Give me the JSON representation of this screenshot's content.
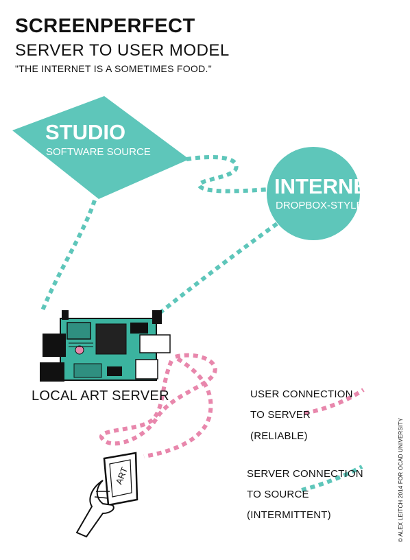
{
  "header": {
    "title": "SCREENPERFECT",
    "subtitle": "SERVER TO USER MODEL",
    "quote": "\"THE INTERNET IS A SOMETIMES FOOD.\""
  },
  "nodes": {
    "studio": {
      "title": "STUDIO",
      "subtitle": "SOFTWARE SOURCE"
    },
    "internet": {
      "title": "INTERNET",
      "subtitle": "DROPBOX-STYLE"
    },
    "server": {
      "label": "LOCAL ART SERVER"
    },
    "tablet": {
      "screen_text": "ART"
    }
  },
  "legend": {
    "user_connection": [
      "USER CONNECTION",
      "TO SERVER",
      "(RELIABLE)"
    ],
    "server_connection": [
      "SERVER CONNECTION",
      "TO SOURCE",
      "(INTERMITTENT)"
    ]
  },
  "credit": "© ALEX LEITCH 2014 FOR OCAD UNIVERSITY",
  "colors": {
    "teal": "#5ec6ba",
    "pink": "#e887ac",
    "board": "#3bb39f",
    "text": "#111111"
  }
}
